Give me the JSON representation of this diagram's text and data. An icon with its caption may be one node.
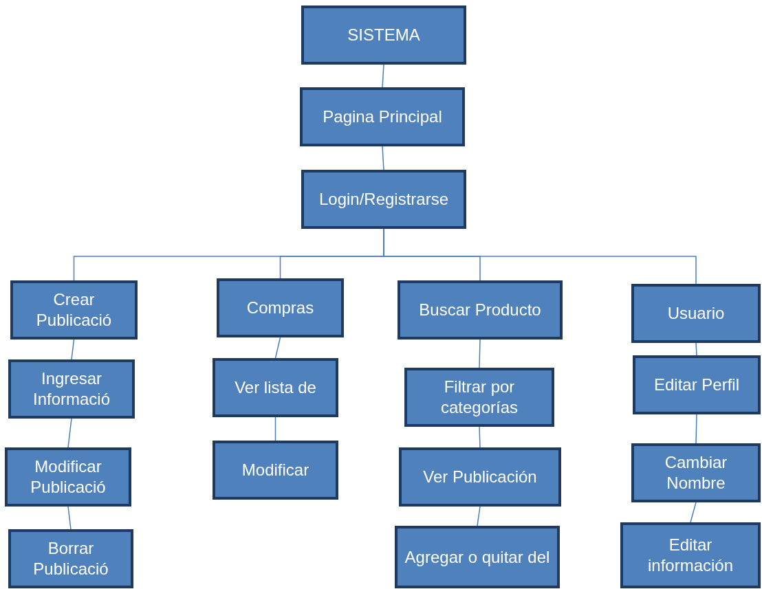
{
  "diagram": {
    "nodes": [
      {
        "text": [
          "SISTEMA"
        ]
      },
      {
        "text": [
          "Pagina Principal"
        ]
      },
      {
        "text": [
          "Login/Registrarse"
        ]
      },
      {
        "text": [
          "Crear Publicació"
        ]
      },
      {
        "text": [
          "Compras"
        ]
      },
      {
        "text": [
          "Buscar Producto"
        ]
      },
      {
        "text": [
          "Usuario"
        ]
      },
      {
        "text": [
          "Ingresar Informació"
        ]
      },
      {
        "text": [
          "Ver lista de"
        ]
      },
      {
        "text": [
          "Filtrar por categorías"
        ]
      },
      {
        "text": [
          "Editar Perfil"
        ]
      },
      {
        "text": [
          "Modificar Publicació"
        ]
      },
      {
        "text": [
          "Modificar"
        ]
      },
      {
        "text": [
          "Ver Publicación"
        ]
      },
      {
        "text": [
          "Cambiar Nombre"
        ]
      },
      {
        "text": [
          "Borrar Publicació"
        ]
      },
      {
        "text": [
          "Agregar o quitar del"
        ]
      },
      {
        "text": [
          "Editar información"
        ]
      }
    ],
    "edges": [
      {
        "from": 0,
        "to": 1,
        "arrow": "none"
      },
      {
        "from": 1,
        "to": 2,
        "arrow": "none"
      },
      {
        "from": 2,
        "to": 3,
        "arrow": "none"
      },
      {
        "from": 2,
        "to": 4,
        "arrow": "none"
      },
      {
        "from": 2,
        "to": 5,
        "arrow": "none"
      },
      {
        "from": 2,
        "to": 6,
        "arrow": "none"
      },
      {
        "from": 3,
        "to": 7,
        "arrow": "none"
      },
      {
        "from": 7,
        "to": 11,
        "arrow": "none"
      },
      {
        "from": 11,
        "to": 15,
        "arrow": "none"
      },
      {
        "from": 4,
        "to": 8,
        "arrow": "none"
      },
      {
        "from": 8,
        "to": 12,
        "arrow": "none"
      },
      {
        "from": 5,
        "to": 9,
        "arrow": "none"
      },
      {
        "from": 9,
        "to": 13,
        "arrow": "none"
      },
      {
        "from": 13,
        "to": 16,
        "arrow": "none"
      },
      {
        "from": 6,
        "to": 10,
        "arrow": "none"
      },
      {
        "from": 10,
        "to": 14,
        "arrow": "none"
      },
      {
        "from": 14,
        "to": 17,
        "arrow": "none"
      }
    ]
  }
}
